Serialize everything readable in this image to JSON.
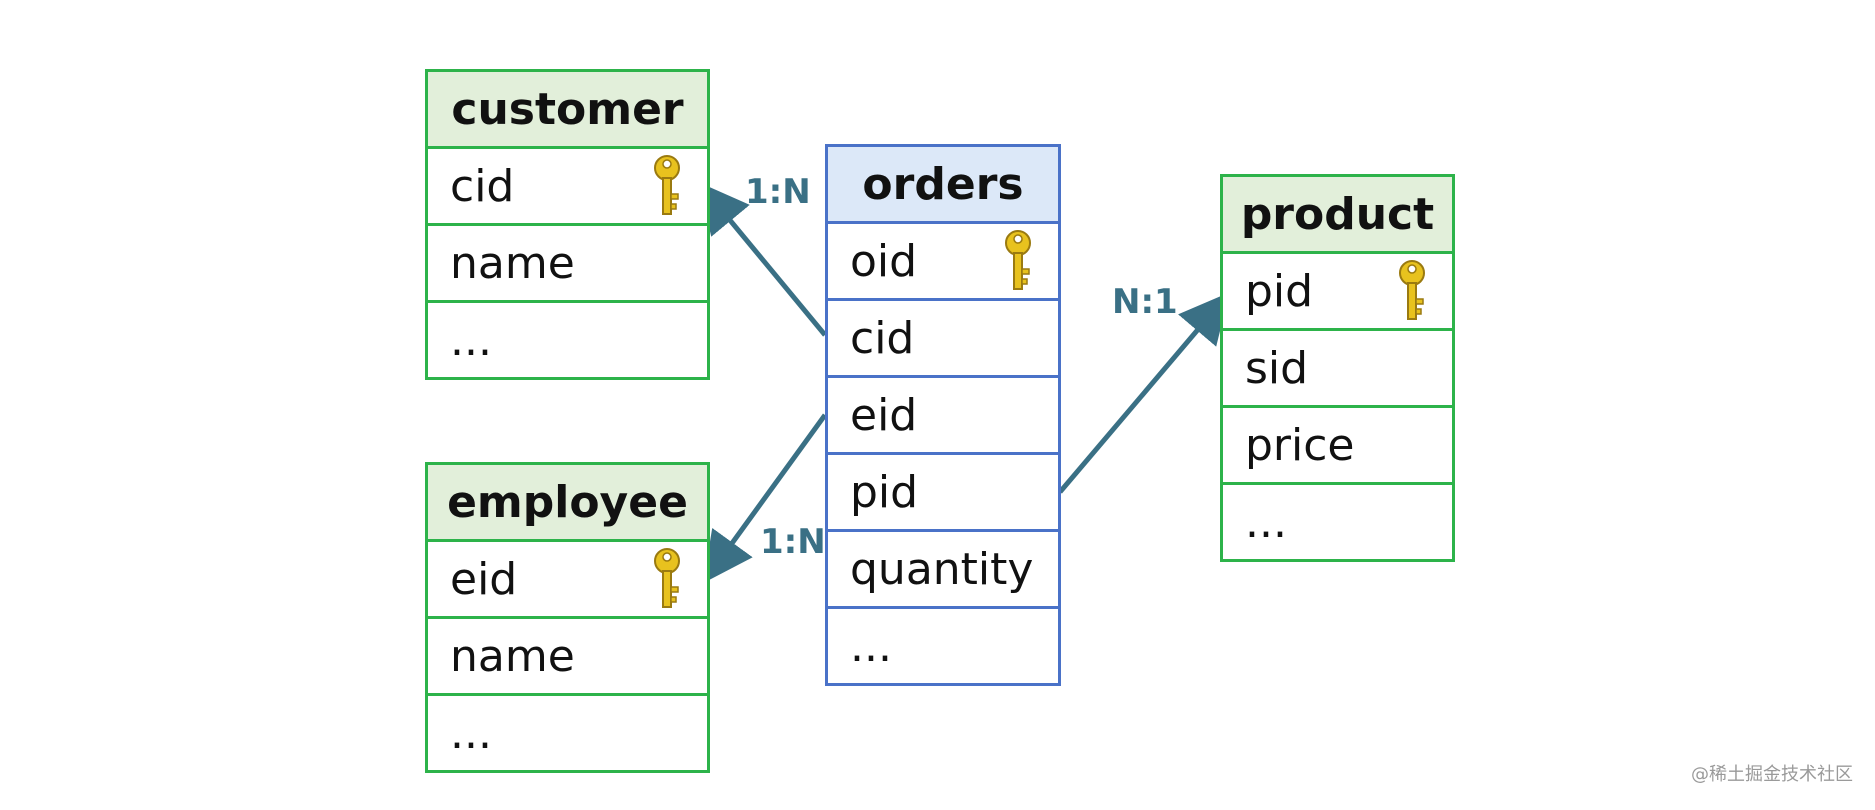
{
  "tables": {
    "customer": {
      "title": "customer",
      "rows": [
        "cid",
        "name",
        "..."
      ]
    },
    "employee": {
      "title": "employee",
      "rows": [
        "eid",
        "name",
        "..."
      ]
    },
    "orders": {
      "title": "orders",
      "rows": [
        "oid",
        "cid",
        "eid",
        "pid",
        "quantity",
        "..."
      ]
    },
    "product": {
      "title": "product",
      "rows": [
        "pid",
        "sid",
        "price",
        "..."
      ]
    }
  },
  "relations": {
    "orders_customer": "1:N",
    "orders_employee": "1:N",
    "orders_product": "N:1"
  },
  "colors": {
    "entity_border": "#2db34a",
    "entity_header": "#e2efda",
    "orders_border": "#4a72c8",
    "orders_header": "#dce8f8",
    "arrow": "#3a7085",
    "key": "#e8c21e"
  },
  "watermark": "@稀土掘金技术社区"
}
